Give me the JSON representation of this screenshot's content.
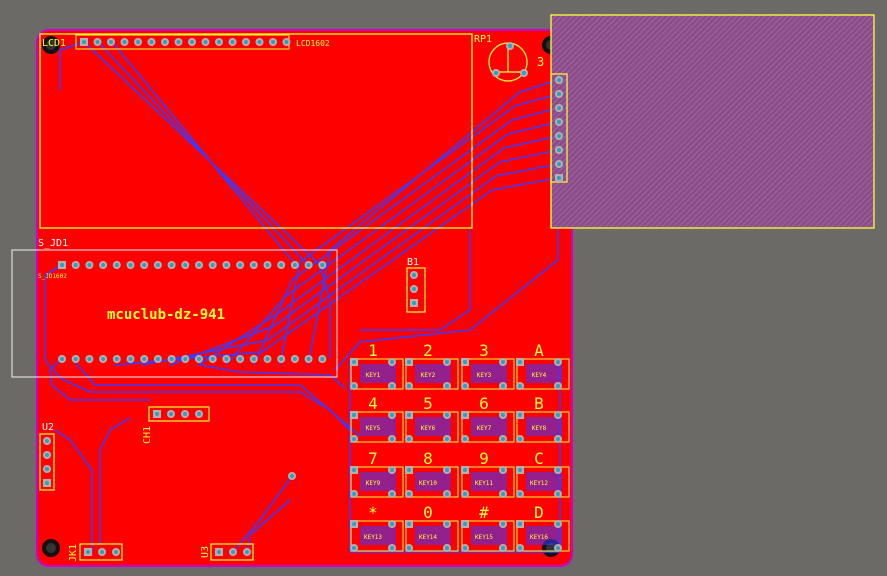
{
  "colors": {
    "background": "#6b6a66",
    "board": "#ff0000",
    "board_edge": "#cc00cc",
    "bottom_trace": "#3b3bff",
    "silkscreen": "#ffff33",
    "pad": "#b0b0b0",
    "pad_hole": "#2aa0c0",
    "courtyard": "#f2f2f2",
    "keepout_fill": "#9a5a9a"
  },
  "board": {
    "title": "mcuclub-dz-941"
  },
  "components": {
    "lcd": {
      "ref": "LCD1",
      "name": "LCD1602"
    },
    "pot": {
      "ref": "RP1"
    },
    "rp_value": {
      "ref": "3"
    },
    "sj": {
      "ref": "S_JD1",
      "name": "S_JD1602"
    },
    "buzzer": {
      "ref": "B1"
    },
    "ch": {
      "ref": "CH1"
    },
    "u2": {
      "ref": "U2"
    },
    "jk": {
      "ref": "JK1"
    },
    "u3": {
      "ref": "U3"
    }
  },
  "keypad": {
    "symbols": [
      "1",
      "2",
      "3",
      "A",
      "4",
      "5",
      "6",
      "B",
      "7",
      "8",
      "9",
      "C",
      "*",
      "0",
      "#",
      "D"
    ],
    "refs": [
      "KEY1",
      "KEY2",
      "KEY3",
      "KEY4",
      "KEY5",
      "KEY6",
      "KEY7",
      "KEY8",
      "KEY9",
      "KEY10",
      "KEY11",
      "KEY12",
      "KEY13",
      "KEY14",
      "KEY15",
      "KEY16"
    ]
  }
}
